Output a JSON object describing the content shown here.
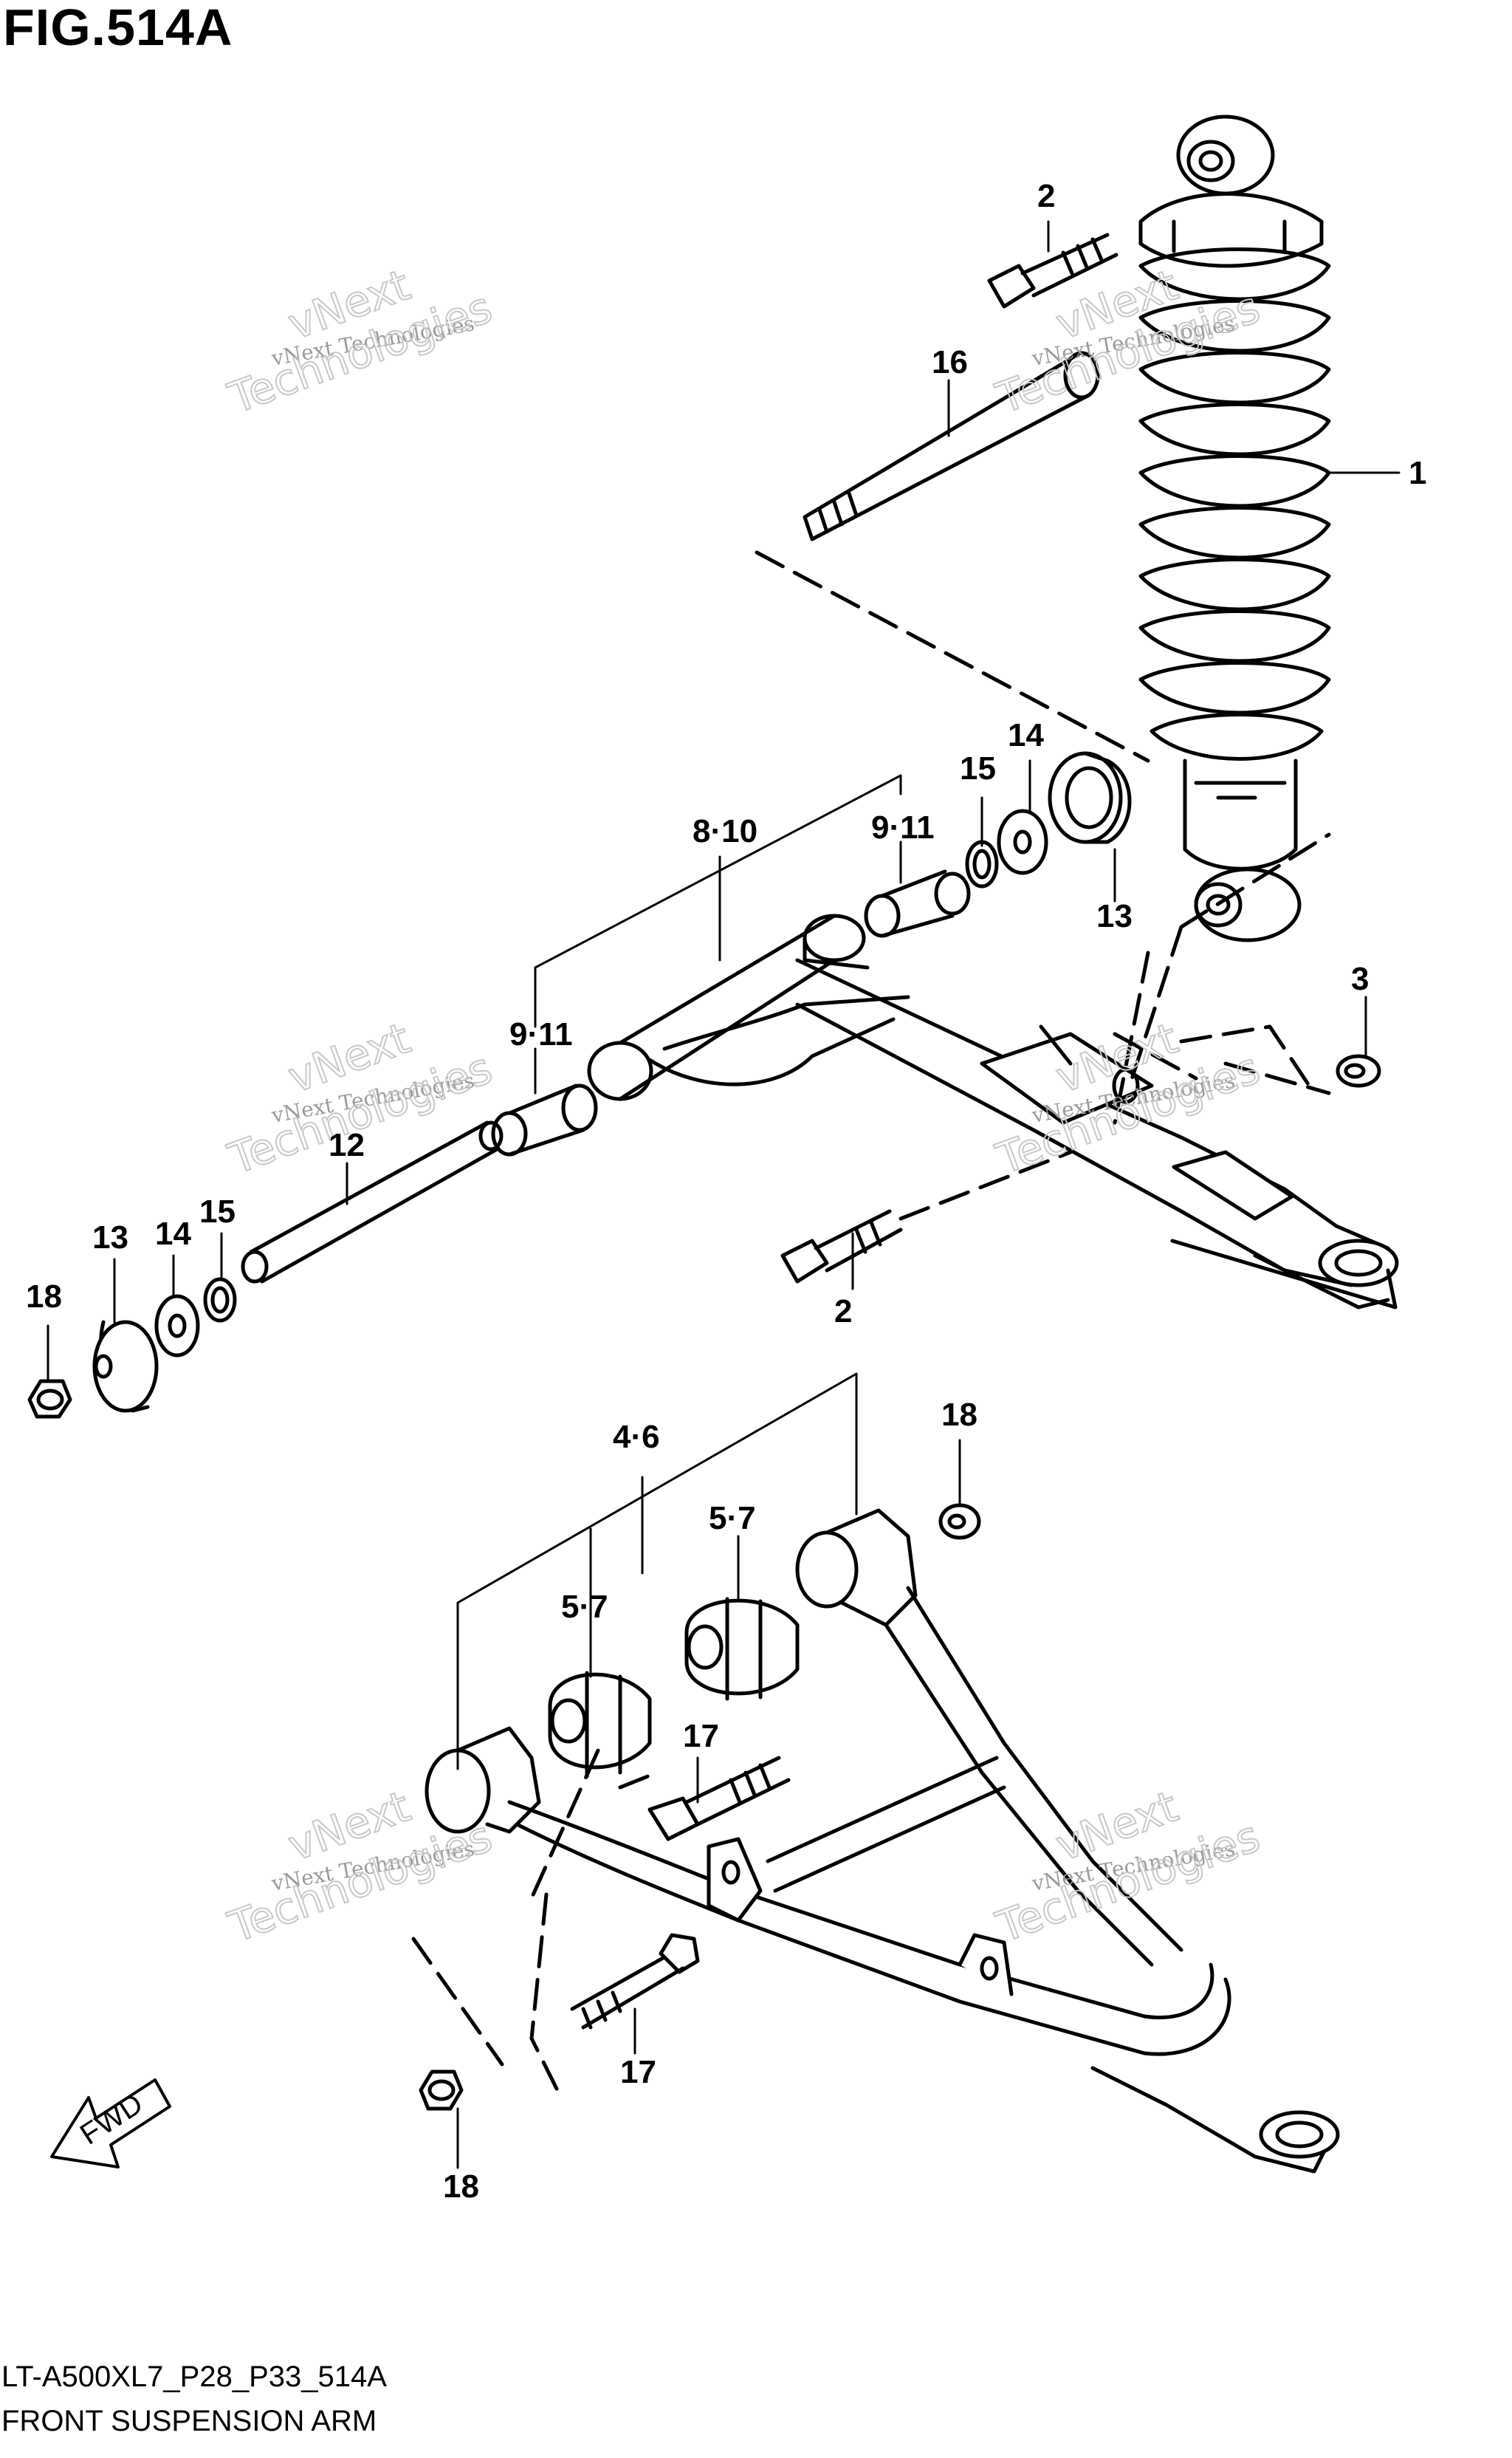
{
  "figure": {
    "title": "FIG.514A",
    "code": "LT-A500XL7_P28_P33_514A",
    "name": "FRONT SUSPENSION ARM"
  },
  "watermark": {
    "line1": "vNext Technologies",
    "line2a": "vNext",
    "line2b": "Technologies"
  },
  "direction": {
    "label": "FWD"
  },
  "callouts": {
    "c1": "1",
    "c2_top": "2",
    "c2_bottom": "2",
    "c3": "3",
    "c4_6": "4·6",
    "c5_7_left": "5·7",
    "c5_7_right": "5·7",
    "c8_10": "8·10",
    "c9_11_top": "9·11",
    "c9_11_left": "9·11",
    "c12": "12",
    "c13_right": "13",
    "c13_left": "13",
    "c14_right": "14",
    "c14_left": "14",
    "c15_right": "15",
    "c15_left": "15",
    "c16": "16",
    "c17_top": "17",
    "c17_bottom": "17",
    "c18_left": "18",
    "c18_mid": "18",
    "c18_bottom": "18"
  },
  "colors": {
    "ink": "#000000",
    "watermark": "#9a9a9a",
    "background": "#ffffff"
  }
}
